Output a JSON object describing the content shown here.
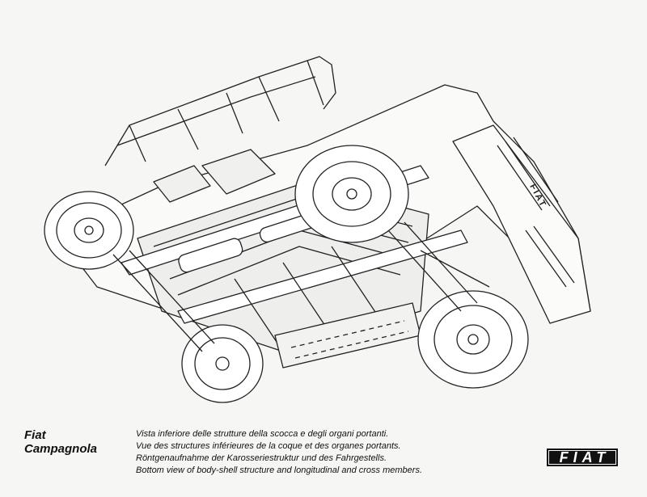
{
  "caption": {
    "title_line1": "Fiat",
    "title_line2": "Campagnola",
    "lines": [
      "Vista inferiore delle strutture della scocca e degli organi portanti.",
      "Vue des structures inférieures de la coque et des organes portants.",
      "Röntgenaufnahme der Karosseriestruktur und des Fahrgestells.",
      "Bottom view of body-shell structure and longitudinal and cross members."
    ]
  },
  "logo": {
    "text": "FIAT"
  },
  "illustration": {
    "grille_badge": "FIAT"
  }
}
